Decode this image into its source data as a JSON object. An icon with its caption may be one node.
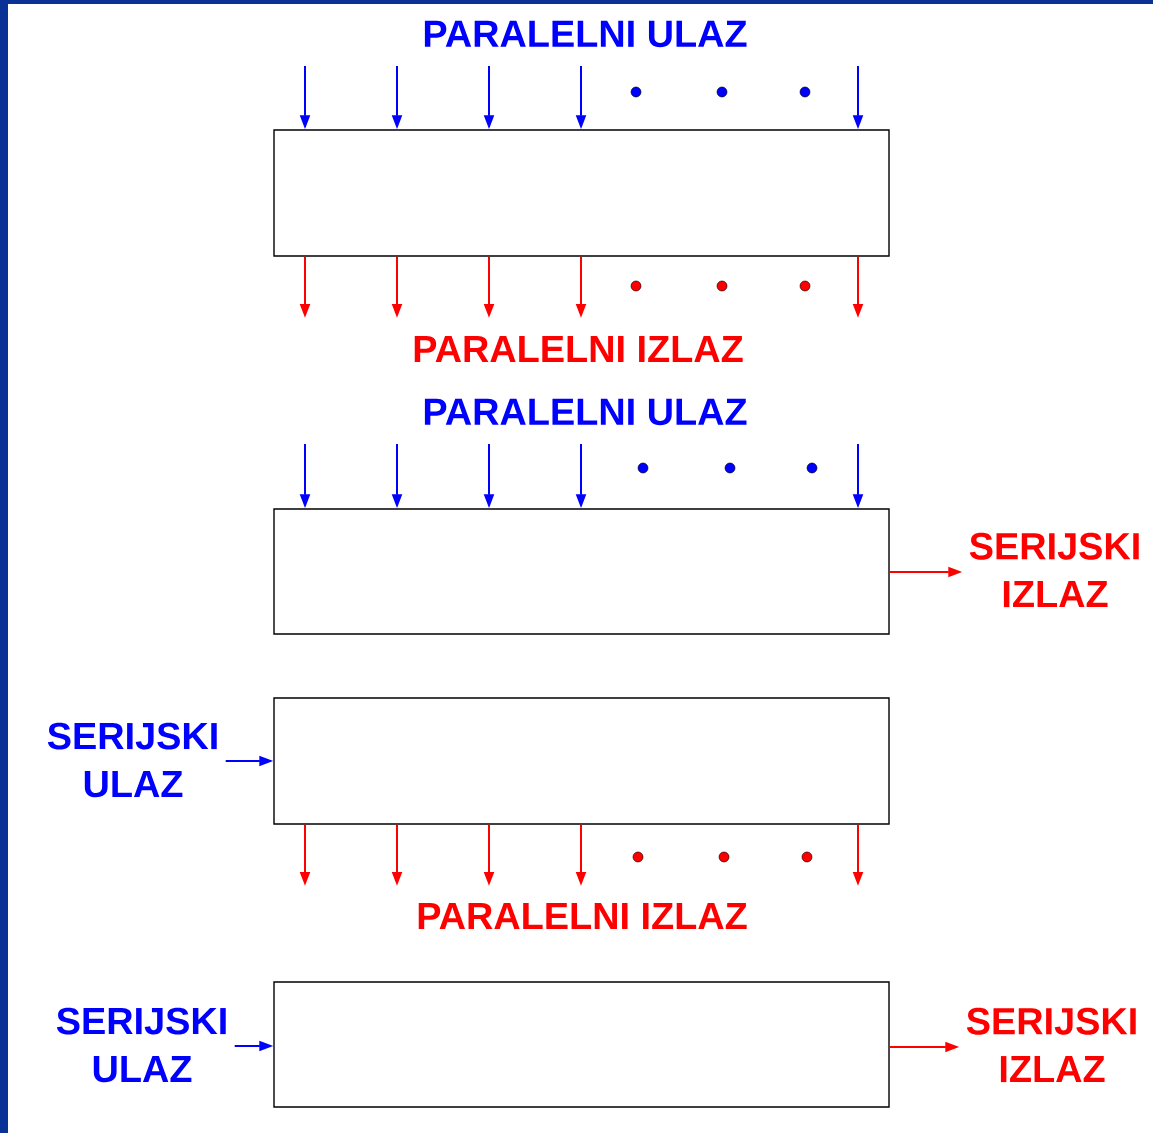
{
  "diagram": {
    "nodes": [
      {
        "text": [],
        "shape": "box"
      },
      {
        "text": [],
        "shape": "box"
      },
      {
        "text": [
          "SERIJSKI IZLAZ"
        ]
      },
      {
        "text": [
          "SERIJSKI ULAZ"
        ]
      },
      {
        "text": [],
        "shape": "box"
      },
      {
        "text": [
          "SERIJSKI ULAZ"
        ]
      },
      {
        "text": [],
        "shape": "box"
      },
      {
        "text": [
          "SERIJSKI IZLAZ"
        ]
      }
    ],
    "edges": [
      {
        "from": null,
        "to": 0,
        "arrow": "to",
        "color": "#0000ff"
      },
      {
        "from": null,
        "to": 0,
        "arrow": "to",
        "color": "#0000ff"
      },
      {
        "from": null,
        "to": 0,
        "arrow": "to",
        "color": "#0000ff"
      },
      {
        "from": null,
        "to": 0,
        "arrow": "to",
        "color": "#0000ff"
      },
      {
        "from": null,
        "to": 0,
        "arrow": "to",
        "color": "#0000ff"
      },
      {
        "from": 0,
        "to": null,
        "arrow": "to",
        "color": "#ff0000"
      },
      {
        "from": 0,
        "to": null,
        "arrow": "to",
        "color": "#ff0000"
      },
      {
        "from": 0,
        "to": null,
        "arrow": "to",
        "color": "#ff0000"
      },
      {
        "from": 0,
        "to": null,
        "arrow": "to",
        "color": "#ff0000"
      },
      {
        "from": 0,
        "to": null,
        "arrow": "to",
        "color": "#ff0000"
      },
      {
        "from": null,
        "to": 1,
        "arrow": "to",
        "color": "#0000ff"
      },
      {
        "from": null,
        "to": 1,
        "arrow": "to",
        "color": "#0000ff"
      },
      {
        "from": null,
        "to": 1,
        "arrow": "to",
        "color": "#0000ff"
      },
      {
        "from": null,
        "to": 1,
        "arrow": "to",
        "color": "#0000ff"
      },
      {
        "from": null,
        "to": 1,
        "arrow": "to",
        "color": "#0000ff"
      },
      {
        "from": 1,
        "to": 2,
        "arrow": "to",
        "color": "#ff0000"
      },
      {
        "from": 3,
        "to": 4,
        "arrow": "to",
        "color": "#0000ff"
      },
      {
        "from": 4,
        "to": null,
        "arrow": "to",
        "color": "#ff0000"
      },
      {
        "from": 4,
        "to": null,
        "arrow": "to",
        "color": "#ff0000"
      },
      {
        "from": 4,
        "to": null,
        "arrow": "to",
        "color": "#ff0000"
      },
      {
        "from": 4,
        "to": null,
        "arrow": "to",
        "color": "#ff0000"
      },
      {
        "from": 4,
        "to": null,
        "arrow": "to",
        "color": "#ff0000"
      },
      {
        "from": 5,
        "to": 6,
        "arrow": "to",
        "color": "#0000ff"
      },
      {
        "from": 6,
        "to": 7,
        "arrow": "to",
        "color": "#ff0000"
      }
    ],
    "labels": [
      "PARALELNI ULAZ",
      "PARALELNI IZLAZ",
      "PARALELNI ULAZ",
      "PARALELNI IZLAZ"
    ]
  }
}
